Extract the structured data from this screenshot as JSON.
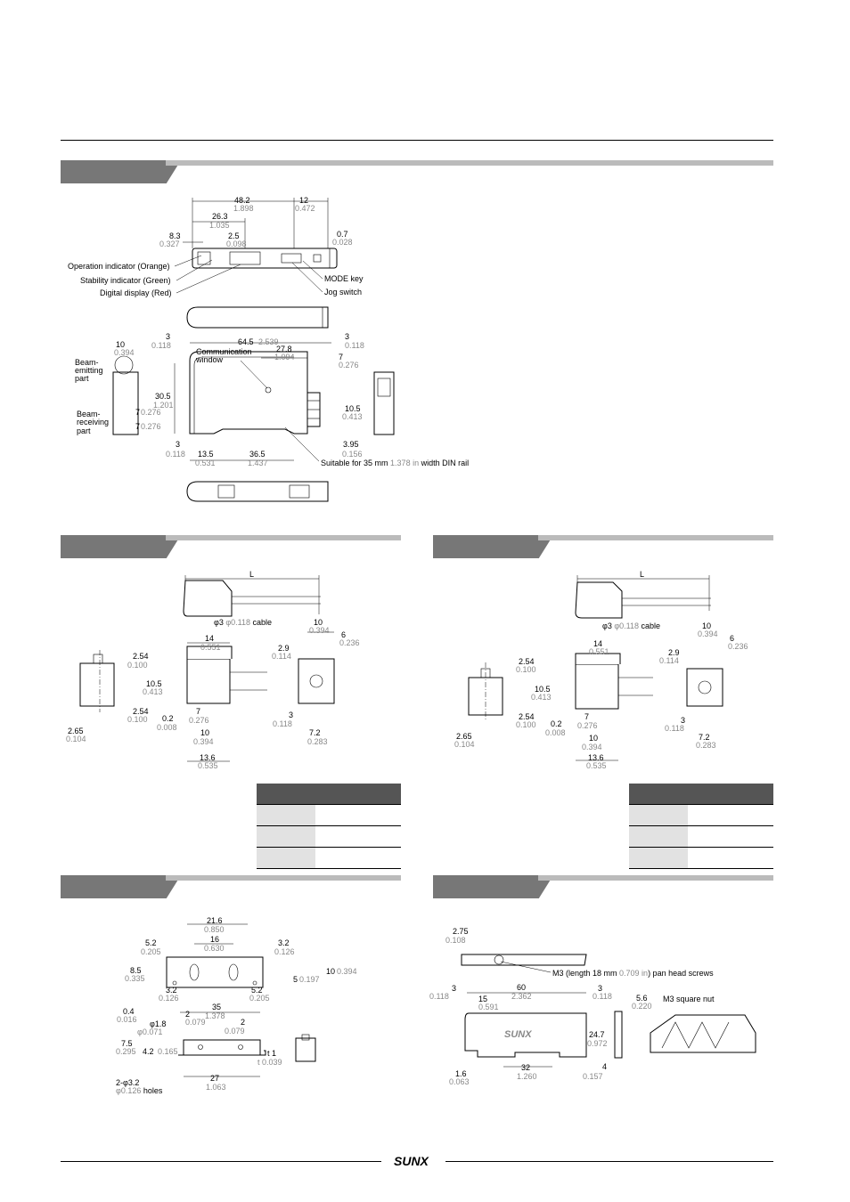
{
  "top_dims": {
    "d48_2": "48.2",
    "i48_2": "1.898",
    "d12": "12",
    "i12": "0.472",
    "d26_3": "26.3",
    "i26_3": "1.035",
    "d8_3": "8.3",
    "i8_3": "0.327",
    "d2_5": "2.5",
    "i2_5": "0.098",
    "d0_7": "0.7",
    "i0_7": "0.028",
    "d3a": "3",
    "i3a": "0.118",
    "d64_5": "64.5",
    "i64_5": "2.539",
    "d3b": "3",
    "i3b": "0.118",
    "d10": "10",
    "i10": "0.394",
    "d27_8": "27.8",
    "i27_8": "1.094",
    "d7": "7",
    "i7": "0.276",
    "d30_5": "30.5",
    "i30_5": "1.201",
    "d7a": "7",
    "i7a": "0.276",
    "d7b": "7",
    "i7b": "0.276",
    "d10_5": "10.5",
    "i10_5": "0.413",
    "d3c": "3",
    "i3c": "0.118",
    "d13_5": "13.5",
    "i13_5": "0.531",
    "d36_5": "36.5",
    "i36_5": "1.437",
    "d3_95": "3.95",
    "i3_95": "0.156"
  },
  "top_labels": {
    "op_ind": "Operation indicator (Orange)",
    "stab_ind": "Stability indicator (Green)",
    "digital": "Digital display (Red)",
    "mode_key": "MODE key",
    "jog": "Jog switch",
    "comm1": "Communication",
    "comm2": "window",
    "emit1": "Beam-",
    "emit2": "emitting",
    "emit3": "part",
    "recv1": "Beam-",
    "recv2": "receiving",
    "recv3": "part",
    "din_a": "Suitable for 35 mm ",
    "din_b": "1.378 in",
    "din_c": " width DIN rail"
  },
  "left_mid": {
    "L": "L",
    "cable_a": "φ3 ",
    "cable_b": "φ0.118",
    "cable_c": " cable",
    "d14": "14",
    "i14": "0.551",
    "d10t": "10",
    "i10t": "0.394",
    "d6": "6",
    "i6": "0.236",
    "d2_9": "2.9",
    "i2_9": "0.114",
    "d2_54a": "2.54",
    "i2_54a": "0.100",
    "d10_5": "10.5",
    "i10_5": "0.413",
    "d2_54b": "2.54",
    "i2_54b": "0.100",
    "d0_2": "0.2",
    "i0_2": "0.008",
    "d7": "7",
    "i7": "0.276",
    "d2_65": "2.65",
    "i2_65": "0.104",
    "d10": "10",
    "i10": "0.394",
    "d13_6": "13.6",
    "i13_6": "0.535",
    "d3": "3",
    "i3": "0.118",
    "d7_2": "7.2",
    "i7_2": "0.283"
  },
  "right_mid": {
    "L": "L",
    "cable_a": "φ3 ",
    "cable_b": "φ0.118",
    "cable_c": " cable",
    "d14": "14",
    "i14": "0.551",
    "d10t": "10",
    "i10t": "0.394",
    "d6": "6",
    "i6": "0.236",
    "d2_9": "2.9",
    "i2_9": "0.114",
    "d2_54a": "2.54",
    "i2_54a": "0.100",
    "d10_5": "10.5",
    "i10_5": "0.413",
    "d2_54b": "2.54",
    "i2_54b": "0.100",
    "d0_2": "0.2",
    "i0_2": "0.008",
    "d7": "7",
    "i7": "0.276",
    "d2_65": "2.65",
    "i2_65": "0.104",
    "d10": "10",
    "i10": "0.394",
    "d13_6": "13.6",
    "i13_6": "0.535",
    "d3": "3",
    "i3": "0.118",
    "d7_2": "7.2",
    "i7_2": "0.283"
  },
  "bracket": {
    "d21_6": "21.6",
    "i21_6": "0.850",
    "d16": "16",
    "i16": "0.630",
    "d5_2a": "5.2",
    "i5_2a": "0.205",
    "d3_2a": "3.2",
    "i3_2a": "0.126",
    "d8_5": "8.5",
    "i8_5": "0.335",
    "d10": "10",
    "i10": "0.394",
    "d5": "5",
    "i5": "0.197",
    "d3_2b": "3.2",
    "i3_2b": "0.126",
    "d5_2b": "5.2",
    "i5_2b": "0.205",
    "d35": "35",
    "i35": "1.378",
    "d0_4": "0.4",
    "i0_4": "0.016",
    "d2a": "2",
    "i2a": "0.079",
    "d2b": "2",
    "i2b": "0.079",
    "d1_8": "φ1.8",
    "i1_8": "φ0.071",
    "d7_5": "7.5",
    "i7_5": "0.295",
    "d4_2": "4.2",
    "i4_2": "0.165",
    "dt1": "t 1",
    "it1": "t 0.039",
    "holes_a": "2-φ3.2",
    "holes_b": "φ0.126",
    "holes_c": " holes",
    "d27": "27",
    "i27": "1.063"
  },
  "rail": {
    "d2_75": "2.75",
    "i2_75": "0.108",
    "screw_a": "M3 (length 18 mm ",
    "screw_b": "0.709 in",
    "screw_c": ") pan head screws",
    "d3a": "3",
    "i3a": "0.118",
    "d60": "60",
    "i60": "2.362",
    "d3b": "3",
    "i3b": "0.118",
    "d15": "15",
    "i15": "0.591",
    "d5_6": "5.6",
    "i5_6": "0.220",
    "nut": "M3 square nut",
    "d24_7": "24.7",
    "i24_7": "0.972",
    "d1_6": "1.6",
    "i1_6": "0.063",
    "d32": "32",
    "i32": "1.260",
    "d4": "4",
    "i4": "0.157",
    "mark": "SUNX"
  },
  "footer": {
    "brand": "SUNX"
  }
}
